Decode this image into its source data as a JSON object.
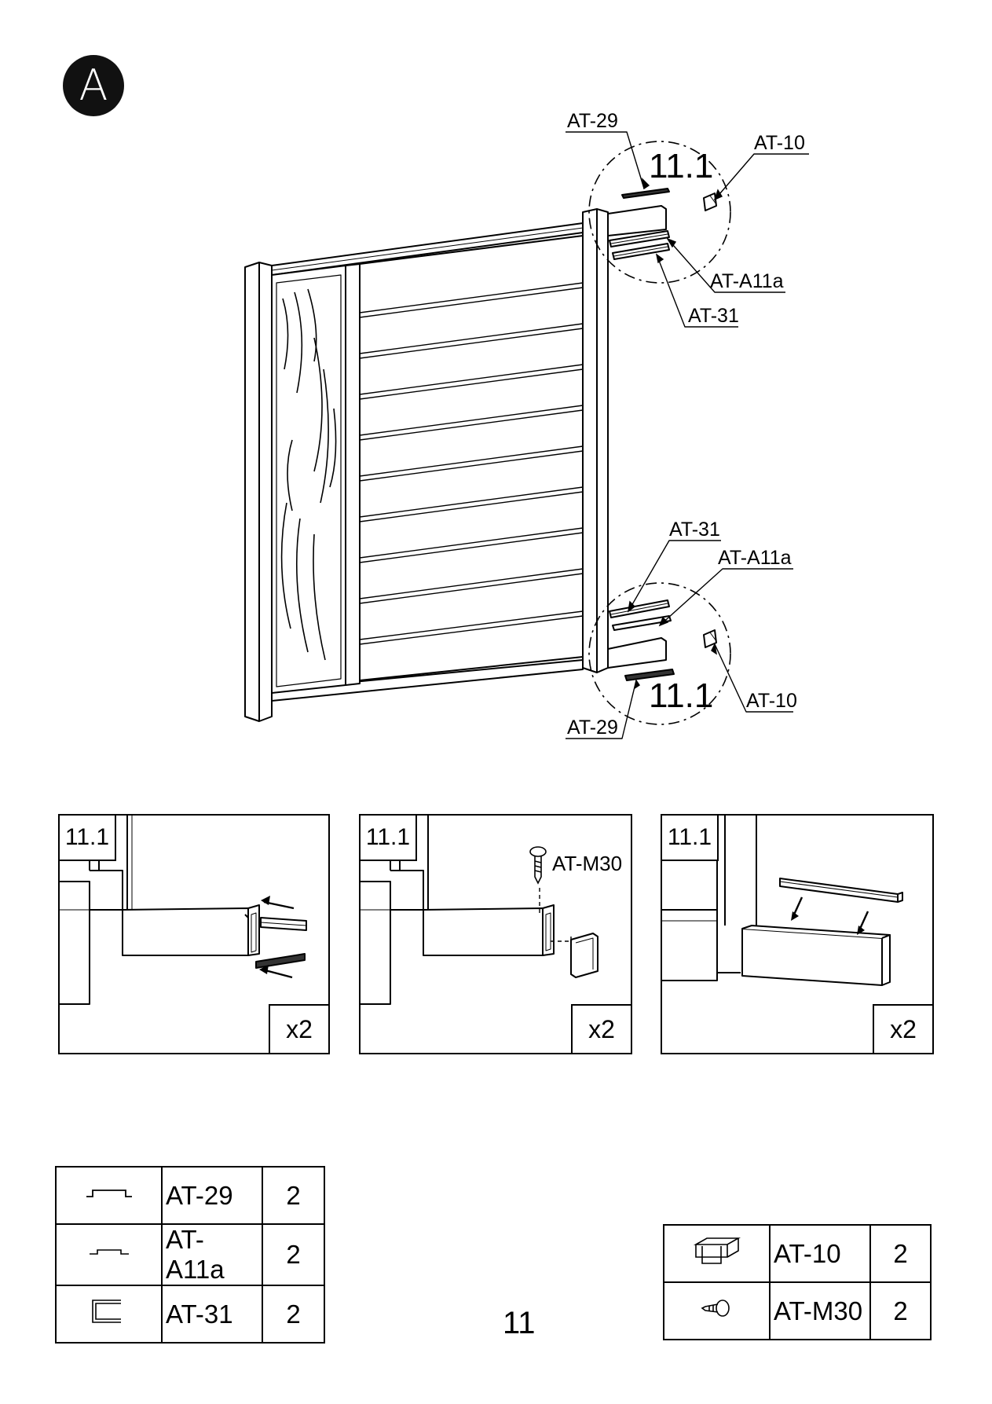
{
  "step": {
    "badge": "A"
  },
  "overview": {
    "callouts": {
      "top_at29": "AT-29",
      "top_at10": "AT-10",
      "top_detail": "11.1",
      "top_ata11a": "AT-A11a",
      "top_at31": "AT-31",
      "bottom_at31": "AT-31",
      "bottom_ata11a": "AT-A11a",
      "bottom_at10": "AT-10",
      "bottom_detail": "11.1",
      "bottom_at29": "AT-29"
    }
  },
  "panels": [
    {
      "number": "11.1",
      "qty": "x2"
    },
    {
      "number": "11.1",
      "qty": "x2",
      "screw_label": "AT-M30"
    },
    {
      "number": "11.1",
      "qty": "x2"
    }
  ],
  "parts_left": [
    {
      "icon": "profile-at29-icon",
      "code": "AT-29",
      "qty": "2"
    },
    {
      "icon": "profile-ata11a-icon",
      "code": "AT-A11a",
      "qty": "2"
    },
    {
      "icon": "profile-at31-icon",
      "code": "AT-31",
      "qty": "2"
    }
  ],
  "parts_right": [
    {
      "icon": "end-cap-icon",
      "code": "AT-10",
      "qty": "2"
    },
    {
      "icon": "screw-icon",
      "code": "AT-M30",
      "qty": "2"
    }
  ],
  "page_number": "11"
}
